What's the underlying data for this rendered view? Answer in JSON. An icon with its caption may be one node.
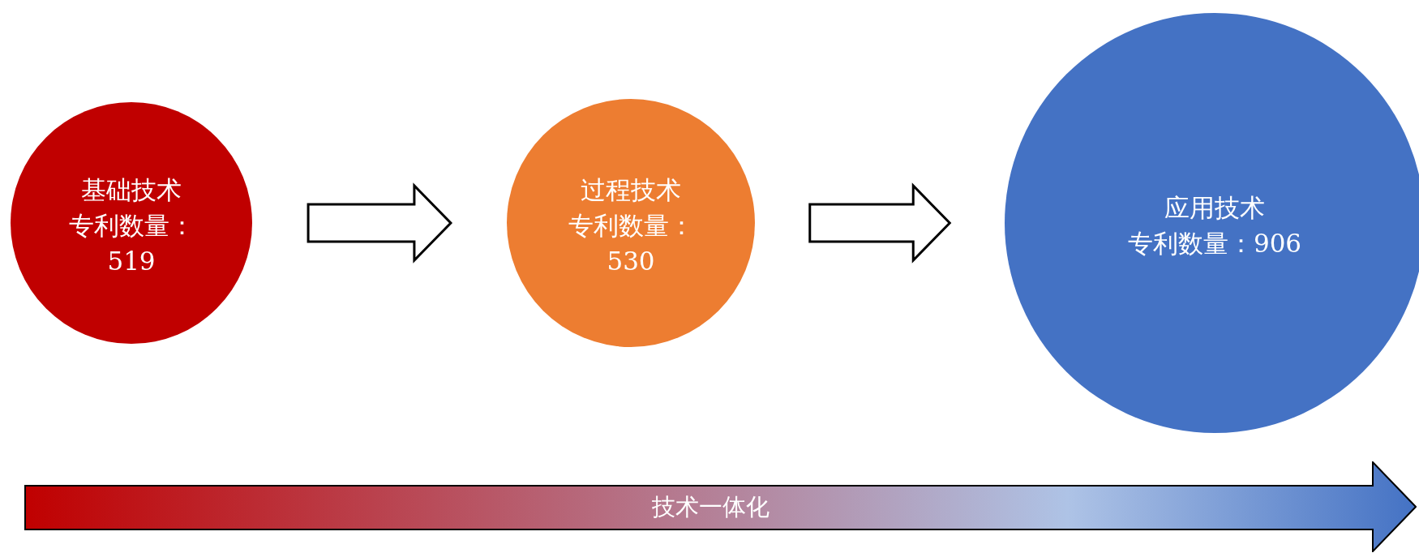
{
  "diagram": {
    "nodes": [
      {
        "text": [
          "基础技术",
          "专利数量：519"
        ]
      },
      {
        "text": [
          "过程技术",
          "专利数量：530"
        ]
      },
      {
        "text": [
          "应用技术",
          "专利数量：906"
        ]
      },
      {
        "text": [
          "技术一体化"
        ]
      }
    ],
    "edges": [
      {
        "from": 0,
        "to": 1,
        "arrow": "to"
      },
      {
        "from": 1,
        "to": 2,
        "arrow": "to"
      }
    ]
  }
}
